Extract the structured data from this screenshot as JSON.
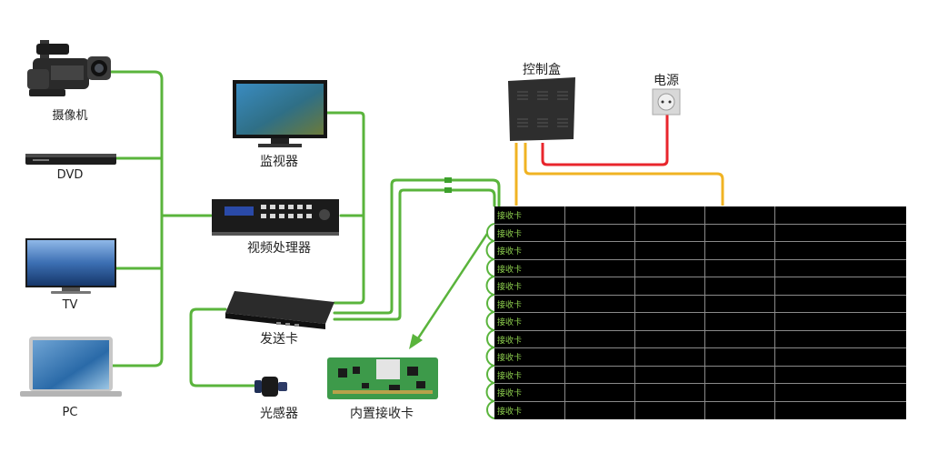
{
  "labels": {
    "camcorder": "摄像机",
    "dvd": "DVD",
    "tv": "TV",
    "pc": "PC",
    "monitor": "监视器",
    "video_processor": "视频处理器",
    "sending_card": "发送卡",
    "light_sensor": "光感器",
    "builtin_receiving_card": "内置接收卡",
    "control_box": "控制盒",
    "power": "电源"
  },
  "panel": {
    "receiving_cards": [
      "接收卡",
      "接收卡",
      "接收卡",
      "接收卡",
      "接收卡",
      "接收卡",
      "接收卡",
      "接收卡",
      "接收卡",
      "接收卡",
      "接收卡",
      "接收卡"
    ]
  },
  "colors": {
    "signal": "#5ab43c",
    "power_line": "#e8262c",
    "control_line": "#f0b323",
    "panel_bg": "#000000",
    "receiving_card_text": "#8fd14f"
  }
}
